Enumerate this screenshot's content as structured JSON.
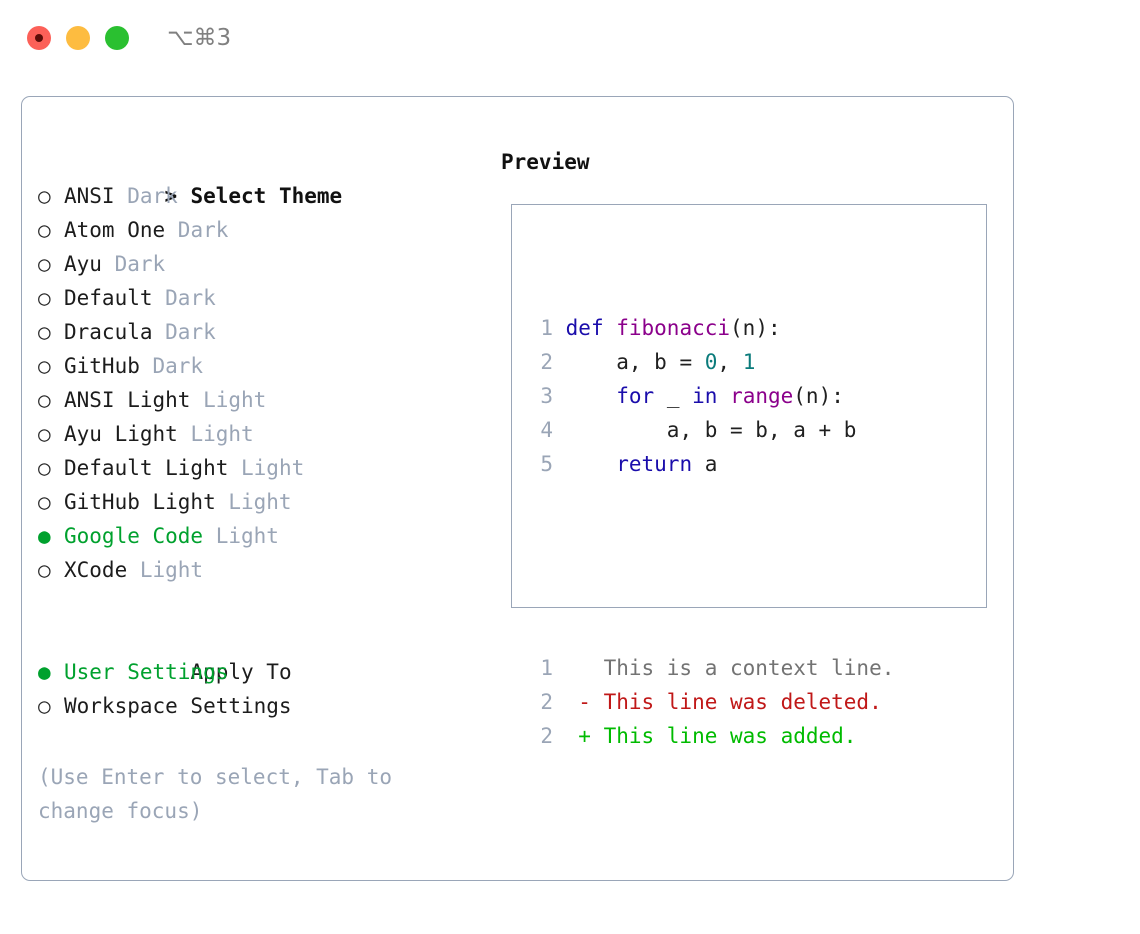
{
  "window": {
    "shortcut_label": "⌥⌘3",
    "traffic_lights": [
      {
        "name": "close",
        "color": "#fc6058"
      },
      {
        "name": "minimize",
        "color": "#fdbc40"
      },
      {
        "name": "zoom",
        "color": "#2ac030"
      }
    ]
  },
  "theme_selector": {
    "caret": ">",
    "heading": "Select Theme",
    "marker_selected": "●",
    "marker_unselected": "○",
    "items": [
      {
        "name": "ANSI",
        "variant": "Dark",
        "selected": false
      },
      {
        "name": "Atom One",
        "variant": "Dark",
        "selected": false
      },
      {
        "name": "Ayu",
        "variant": "Dark",
        "selected": false
      },
      {
        "name": "Default",
        "variant": "Dark",
        "selected": false
      },
      {
        "name": "Dracula",
        "variant": "Dark",
        "selected": false
      },
      {
        "name": "GitHub",
        "variant": "Dark",
        "selected": false
      },
      {
        "name": "ANSI Light",
        "variant": "Light",
        "selected": false
      },
      {
        "name": "Ayu Light",
        "variant": "Light",
        "selected": false
      },
      {
        "name": "Default Light",
        "variant": "Light",
        "selected": false
      },
      {
        "name": "GitHub Light",
        "variant": "Light",
        "selected": false
      },
      {
        "name": "Google Code",
        "variant": "Light",
        "selected": true
      },
      {
        "name": "XCode",
        "variant": "Light",
        "selected": false
      }
    ]
  },
  "apply_to": {
    "heading": "Apply To",
    "options": [
      {
        "name": "User Settings",
        "selected": true
      },
      {
        "name": "Workspace Settings",
        "selected": false
      }
    ]
  },
  "hint": "(Use Enter to select, Tab to change focus)",
  "preview": {
    "title": "Preview",
    "code_lines": [
      {
        "no": "1",
        "tokens": [
          {
            "t": "def ",
            "c": "kw"
          },
          {
            "t": "fibonacci",
            "c": "fn"
          },
          {
            "t": "(n):",
            "c": "punc"
          }
        ]
      },
      {
        "no": "2",
        "tokens": [
          {
            "t": "    a, b = ",
            "c": "plain"
          },
          {
            "t": "0",
            "c": "num"
          },
          {
            "t": ", ",
            "c": "plain"
          },
          {
            "t": "1",
            "c": "num"
          }
        ]
      },
      {
        "no": "3",
        "tokens": [
          {
            "t": "    ",
            "c": "plain"
          },
          {
            "t": "for",
            "c": "kw"
          },
          {
            "t": " _ ",
            "c": "plain"
          },
          {
            "t": "in",
            "c": "kw"
          },
          {
            "t": " ",
            "c": "plain"
          },
          {
            "t": "range",
            "c": "fn"
          },
          {
            "t": "(n):",
            "c": "punc"
          }
        ]
      },
      {
        "no": "4",
        "tokens": [
          {
            "t": "        a, b = b, a + b",
            "c": "plain"
          }
        ]
      },
      {
        "no": "5",
        "tokens": [
          {
            "t": "    ",
            "c": "plain"
          },
          {
            "t": "return",
            "c": "kw"
          },
          {
            "t": " a",
            "c": "plain"
          }
        ]
      }
    ],
    "diff_lines": [
      {
        "no": "1",
        "sign": " ",
        "text": "This is a context line.",
        "kind": "diff-ctx"
      },
      {
        "no": "2",
        "sign": "-",
        "text": "This line was deleted.",
        "kind": "diff-del"
      },
      {
        "no": "2",
        "sign": "+",
        "text": "This line was added.",
        "kind": "diff-add"
      }
    ]
  },
  "colors": {
    "accent_green": "#00a12e",
    "muted": "#9aa5b6",
    "border": "#9aa6b8",
    "keyword": "#1a0dab",
    "function": "#8b008b",
    "number": "#0b7b7b",
    "diff_added": "#00bb00",
    "diff_deleted": "#c01818",
    "diff_context": "#737373"
  }
}
